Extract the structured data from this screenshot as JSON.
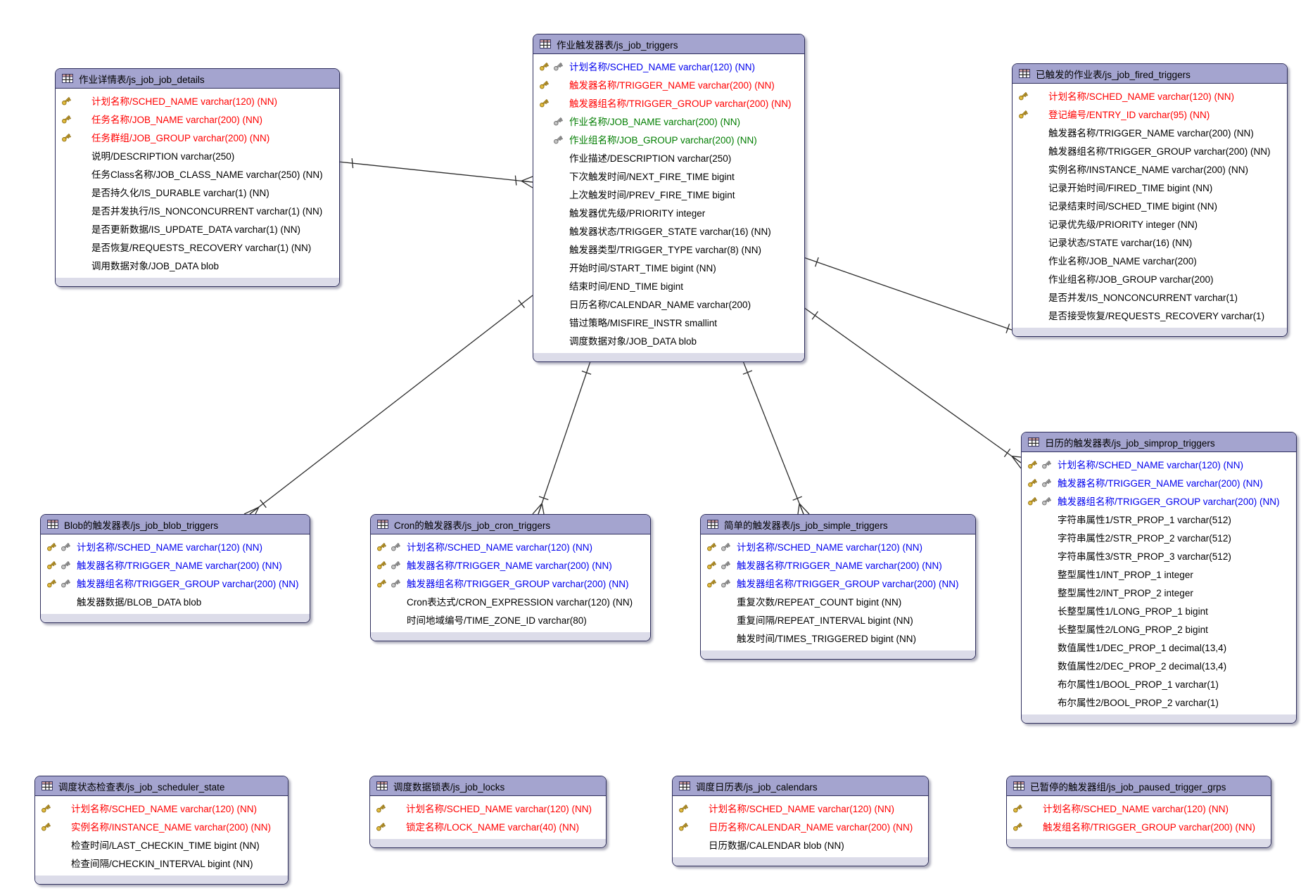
{
  "colors": {
    "header_bg": "#a4a4cf",
    "table_border": "#2e2e5c",
    "footer_bg": "#dcdce9",
    "connector_line": "#2b2b2b",
    "key_gold": "#e2bc3f",
    "key_silver": "#c4c4c4",
    "field_colors": {
      "red": "#ff0000",
      "blue": "#0000ee",
      "green": "#007d00",
      "black": "#000000"
    }
  },
  "tables": [
    {
      "id": "js_job_job_details",
      "title": "作业详情表/js_job_job_details",
      "fields": [
        {
          "label": "计划名称/SCHED_NAME varchar(120) (NN)",
          "keys": [
            "gold"
          ],
          "color": "red"
        },
        {
          "label": "任务名称/JOB_NAME varchar(200) (NN)",
          "keys": [
            "gold"
          ],
          "color": "red"
        },
        {
          "label": "任务群组/JOB_GROUP varchar(200) (NN)",
          "keys": [
            "gold"
          ],
          "color": "red"
        },
        {
          "label": "说明/DESCRIPTION varchar(250)",
          "keys": [],
          "color": "black"
        },
        {
          "label": "任务Class名称/JOB_CLASS_NAME varchar(250) (NN)",
          "keys": [],
          "color": "black"
        },
        {
          "label": "是否持久化/IS_DURABLE varchar(1) (NN)",
          "keys": [],
          "color": "black"
        },
        {
          "label": "是否并发执行/IS_NONCONCURRENT varchar(1) (NN)",
          "keys": [],
          "color": "black"
        },
        {
          "label": "是否更新数据/IS_UPDATE_DATA varchar(1) (NN)",
          "keys": [],
          "color": "black"
        },
        {
          "label": "是否恢复/REQUESTS_RECOVERY varchar(1) (NN)",
          "keys": [],
          "color": "black"
        },
        {
          "label": "调用数据对象/JOB_DATA blob",
          "keys": [],
          "color": "black"
        }
      ]
    },
    {
      "id": "js_job_triggers",
      "title": "作业触发器表/js_job_triggers",
      "fields": [
        {
          "label": "计划名称/SCHED_NAME varchar(120) (NN)",
          "keys": [
            "gold",
            "silver"
          ],
          "color": "blue"
        },
        {
          "label": "触发器名称/TRIGGER_NAME varchar(200) (NN)",
          "keys": [
            "gold"
          ],
          "color": "red"
        },
        {
          "label": "触发器组名称/TRIGGER_GROUP varchar(200) (NN)",
          "keys": [
            "gold"
          ],
          "color": "red"
        },
        {
          "label": "作业名称/JOB_NAME varchar(200) (NN)",
          "keys": [
            "none",
            "silver"
          ],
          "color": "green"
        },
        {
          "label": "作业组名称/JOB_GROUP varchar(200) (NN)",
          "keys": [
            "none",
            "silver"
          ],
          "color": "green"
        },
        {
          "label": "作业描述/DESCRIPTION varchar(250)",
          "keys": [],
          "color": "black"
        },
        {
          "label": "下次触发时间/NEXT_FIRE_TIME bigint",
          "keys": [],
          "color": "black"
        },
        {
          "label": "上次触发时间/PREV_FIRE_TIME bigint",
          "keys": [],
          "color": "black"
        },
        {
          "label": "触发器优先级/PRIORITY integer",
          "keys": [],
          "color": "black"
        },
        {
          "label": "触发器状态/TRIGGER_STATE varchar(16) (NN)",
          "keys": [],
          "color": "black"
        },
        {
          "label": "触发器类型/TRIGGER_TYPE varchar(8) (NN)",
          "keys": [],
          "color": "black"
        },
        {
          "label": "开始时间/START_TIME bigint (NN)",
          "keys": [],
          "color": "black"
        },
        {
          "label": "结束时间/END_TIME bigint",
          "keys": [],
          "color": "black"
        },
        {
          "label": "日历名称/CALENDAR_NAME varchar(200)",
          "keys": [],
          "color": "black"
        },
        {
          "label": "错过策略/MISFIRE_INSTR smallint",
          "keys": [],
          "color": "black"
        },
        {
          "label": "调度数据对象/JOB_DATA blob",
          "keys": [],
          "color": "black"
        }
      ]
    },
    {
      "id": "js_job_fired_triggers",
      "title": "已触发的作业表/js_job_fired_triggers",
      "fields": [
        {
          "label": "计划名称/SCHED_NAME varchar(120) (NN)",
          "keys": [
            "gold"
          ],
          "color": "red"
        },
        {
          "label": "登记编号/ENTRY_ID varchar(95) (NN)",
          "keys": [
            "gold"
          ],
          "color": "red"
        },
        {
          "label": "触发器名称/TRIGGER_NAME varchar(200) (NN)",
          "keys": [],
          "color": "black"
        },
        {
          "label": "触发器组名称/TRIGGER_GROUP varchar(200) (NN)",
          "keys": [],
          "color": "black"
        },
        {
          "label": "实例名称/INSTANCE_NAME varchar(200) (NN)",
          "keys": [],
          "color": "black"
        },
        {
          "label": "记录开始时间/FIRED_TIME bigint (NN)",
          "keys": [],
          "color": "black"
        },
        {
          "label": "记录结束时间/SCHED_TIME bigint (NN)",
          "keys": [],
          "color": "black"
        },
        {
          "label": "记录优先级/PRIORITY integer (NN)",
          "keys": [],
          "color": "black"
        },
        {
          "label": "记录状态/STATE varchar(16) (NN)",
          "keys": [],
          "color": "black"
        },
        {
          "label": "作业名称/JOB_NAME varchar(200)",
          "keys": [],
          "color": "black"
        },
        {
          "label": "作业组名称/JOB_GROUP varchar(200)",
          "keys": [],
          "color": "black"
        },
        {
          "label": "是否并发/IS_NONCONCURRENT varchar(1)",
          "keys": [],
          "color": "black"
        },
        {
          "label": "是否接受恢复/REQUESTS_RECOVERY varchar(1)",
          "keys": [],
          "color": "black"
        }
      ]
    },
    {
      "id": "js_job_simprop_triggers",
      "title": "日历的触发器表/js_job_simprop_triggers",
      "fields": [
        {
          "label": "计划名称/SCHED_NAME varchar(120) (NN)",
          "keys": [
            "gold",
            "silver"
          ],
          "color": "blue"
        },
        {
          "label": "触发器名称/TRIGGER_NAME varchar(200) (NN)",
          "keys": [
            "gold",
            "silver"
          ],
          "color": "blue"
        },
        {
          "label": "触发器组名称/TRIGGER_GROUP varchar(200) (NN)",
          "keys": [
            "gold",
            "silver"
          ],
          "color": "blue"
        },
        {
          "label": "字符串属性1/STR_PROP_1 varchar(512)",
          "keys": [],
          "color": "black"
        },
        {
          "label": "字符串属性2/STR_PROP_2 varchar(512)",
          "keys": [],
          "color": "black"
        },
        {
          "label": "字符串属性3/STR_PROP_3 varchar(512)",
          "keys": [],
          "color": "black"
        },
        {
          "label": "整型属性1/INT_PROP_1 integer",
          "keys": [],
          "color": "black"
        },
        {
          "label": "整型属性2/INT_PROP_2 integer",
          "keys": [],
          "color": "black"
        },
        {
          "label": "长整型属性1/LONG_PROP_1 bigint",
          "keys": [],
          "color": "black"
        },
        {
          "label": "长整型属性2/LONG_PROP_2 bigint",
          "keys": [],
          "color": "black"
        },
        {
          "label": "数值属性1/DEC_PROP_1 decimal(13,4)",
          "keys": [],
          "color": "black"
        },
        {
          "label": "数值属性2/DEC_PROP_2 decimal(13,4)",
          "keys": [],
          "color": "black"
        },
        {
          "label": "布尔属性1/BOOL_PROP_1 varchar(1)",
          "keys": [],
          "color": "black"
        },
        {
          "label": "布尔属性2/BOOL_PROP_2 varchar(1)",
          "keys": [],
          "color": "black"
        }
      ]
    },
    {
      "id": "js_job_blob_triggers",
      "title": "Blob的触发器表/js_job_blob_triggers",
      "fields": [
        {
          "label": "计划名称/SCHED_NAME varchar(120) (NN)",
          "keys": [
            "gold",
            "silver"
          ],
          "color": "blue"
        },
        {
          "label": "触发器名称/TRIGGER_NAME varchar(200) (NN)",
          "keys": [
            "gold",
            "silver"
          ],
          "color": "blue"
        },
        {
          "label": "触发器组名称/TRIGGER_GROUP varchar(200) (NN)",
          "keys": [
            "gold",
            "silver"
          ],
          "color": "blue"
        },
        {
          "label": "触发器数据/BLOB_DATA blob",
          "keys": [],
          "color": "black"
        }
      ]
    },
    {
      "id": "js_job_cron_triggers",
      "title": "Cron的触发器表/js_job_cron_triggers",
      "fields": [
        {
          "label": "计划名称/SCHED_NAME varchar(120) (NN)",
          "keys": [
            "gold",
            "silver"
          ],
          "color": "blue"
        },
        {
          "label": "触发器名称/TRIGGER_NAME varchar(200) (NN)",
          "keys": [
            "gold",
            "silver"
          ],
          "color": "blue"
        },
        {
          "label": "触发器组名称/TRIGGER_GROUP varchar(200) (NN)",
          "keys": [
            "gold",
            "silver"
          ],
          "color": "blue"
        },
        {
          "label": "Cron表达式/CRON_EXPRESSION varchar(120) (NN)",
          "keys": [],
          "color": "black"
        },
        {
          "label": "时间地域编号/TIME_ZONE_ID varchar(80)",
          "keys": [],
          "color": "black"
        }
      ]
    },
    {
      "id": "js_job_simple_triggers",
      "title": "简单的触发器表/js_job_simple_triggers",
      "fields": [
        {
          "label": "计划名称/SCHED_NAME varchar(120) (NN)",
          "keys": [
            "gold",
            "silver"
          ],
          "color": "blue"
        },
        {
          "label": "触发器名称/TRIGGER_NAME varchar(200) (NN)",
          "keys": [
            "gold",
            "silver"
          ],
          "color": "blue"
        },
        {
          "label": "触发器组名称/TRIGGER_GROUP varchar(200) (NN)",
          "keys": [
            "gold",
            "silver"
          ],
          "color": "blue"
        },
        {
          "label": "重复次数/REPEAT_COUNT bigint (NN)",
          "keys": [],
          "color": "black"
        },
        {
          "label": "重复间隔/REPEAT_INTERVAL bigint (NN)",
          "keys": [],
          "color": "black"
        },
        {
          "label": "触发时间/TIMES_TRIGGERED bigint (NN)",
          "keys": [],
          "color": "black"
        }
      ]
    },
    {
      "id": "js_job_scheduler_state",
      "title": "调度状态检查表/js_job_scheduler_state",
      "fields": [
        {
          "label": "计划名称/SCHED_NAME varchar(120) (NN)",
          "keys": [
            "gold"
          ],
          "color": "red"
        },
        {
          "label": "实例名称/INSTANCE_NAME varchar(200) (NN)",
          "keys": [
            "gold"
          ],
          "color": "red"
        },
        {
          "label": "检查时间/LAST_CHECKIN_TIME bigint (NN)",
          "keys": [],
          "color": "black"
        },
        {
          "label": "检查间隔/CHECKIN_INTERVAL bigint (NN)",
          "keys": [],
          "color": "black"
        }
      ]
    },
    {
      "id": "js_job_locks",
      "title": "调度数据锁表/js_job_locks",
      "fields": [
        {
          "label": "计划名称/SCHED_NAME varchar(120) (NN)",
          "keys": [
            "gold"
          ],
          "color": "red"
        },
        {
          "label": "锁定名称/LOCK_NAME varchar(40) (NN)",
          "keys": [
            "gold"
          ],
          "color": "red"
        }
      ]
    },
    {
      "id": "js_job_calendars",
      "title": "调度日历表/js_job_calendars",
      "fields": [
        {
          "label": "计划名称/SCHED_NAME varchar(120) (NN)",
          "keys": [
            "gold"
          ],
          "color": "red"
        },
        {
          "label": "日历名称/CALENDAR_NAME varchar(200) (NN)",
          "keys": [
            "gold"
          ],
          "color": "red"
        },
        {
          "label": "日历数据/CALENDAR blob (NN)",
          "keys": [],
          "color": "black"
        }
      ]
    },
    {
      "id": "js_job_paused_trigger_grps",
      "title": "已暂停的触发器组/js_job_paused_trigger_grps",
      "fields": [
        {
          "label": "计划名称/SCHED_NAME varchar(120) (NN)",
          "keys": [
            "gold"
          ],
          "color": "red"
        },
        {
          "label": "触发组名称/TRIGGER_GROUP varchar(200) (NN)",
          "keys": [
            "gold"
          ],
          "color": "red"
        }
      ]
    }
  ],
  "relationships": [
    {
      "from": "js_job_job_details",
      "to": "js_job_triggers",
      "cardinality": "1:n"
    },
    {
      "from": "js_job_triggers",
      "to": "js_job_blob_triggers",
      "cardinality": "1:n"
    },
    {
      "from": "js_job_triggers",
      "to": "js_job_cron_triggers",
      "cardinality": "1:n"
    },
    {
      "from": "js_job_triggers",
      "to": "js_job_simple_triggers",
      "cardinality": "1:n"
    },
    {
      "from": "js_job_triggers",
      "to": "js_job_simprop_triggers",
      "cardinality": "1:n"
    },
    {
      "from": "js_job_triggers",
      "to": "js_job_fired_triggers",
      "cardinality": "1:n"
    }
  ]
}
